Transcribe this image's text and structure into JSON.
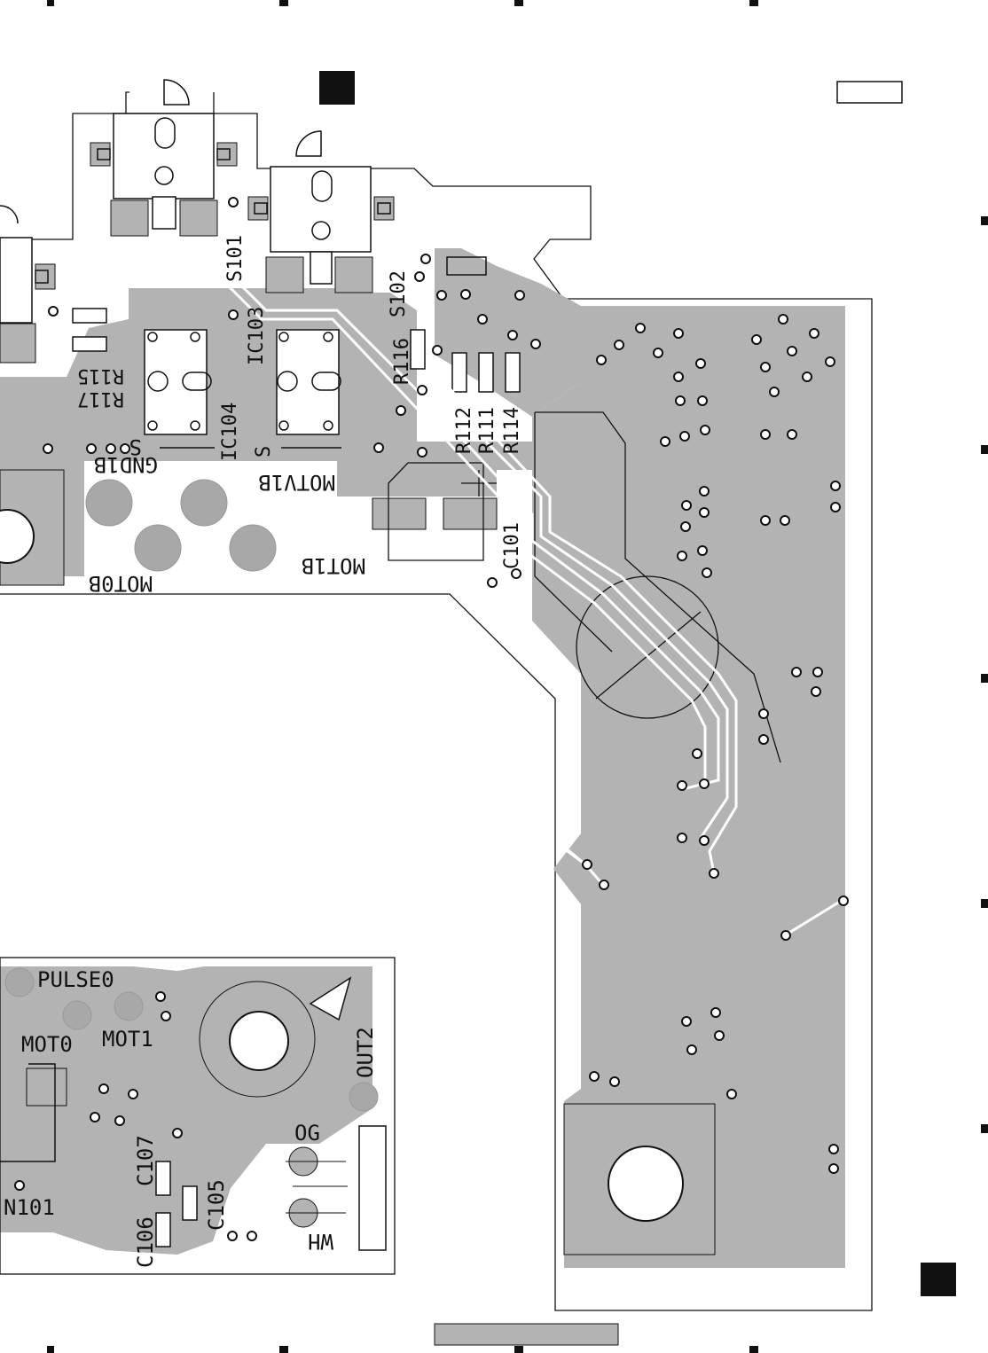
{
  "colors": {
    "copper": "#b3b3b3",
    "ink": "#111111",
    "background": "#ffffff"
  },
  "labels": {
    "S101": "S101",
    "S102": "S102",
    "IC103": "IC103",
    "IC104": "IC104",
    "R115": "R115",
    "R117": "R117",
    "R116": "R116",
    "R112": "R112",
    "R111": "R111",
    "R114": "R114",
    "C101": "C101",
    "GND1B": "GND1B",
    "MOTV1B": "MOTV1B",
    "MOT0B": "MOT0B",
    "MOT1B": "MOT1B",
    "S_left": "S",
    "S_right": "S",
    "PULSE0": "PULSE0",
    "MOT0": "MOT0",
    "MOT1": "MOT1",
    "OUT2": "OUT2",
    "OG": "OG",
    "WH": "WH",
    "C107": "C107",
    "C105": "C105",
    "C106": "C106",
    "N101": "N101"
  }
}
